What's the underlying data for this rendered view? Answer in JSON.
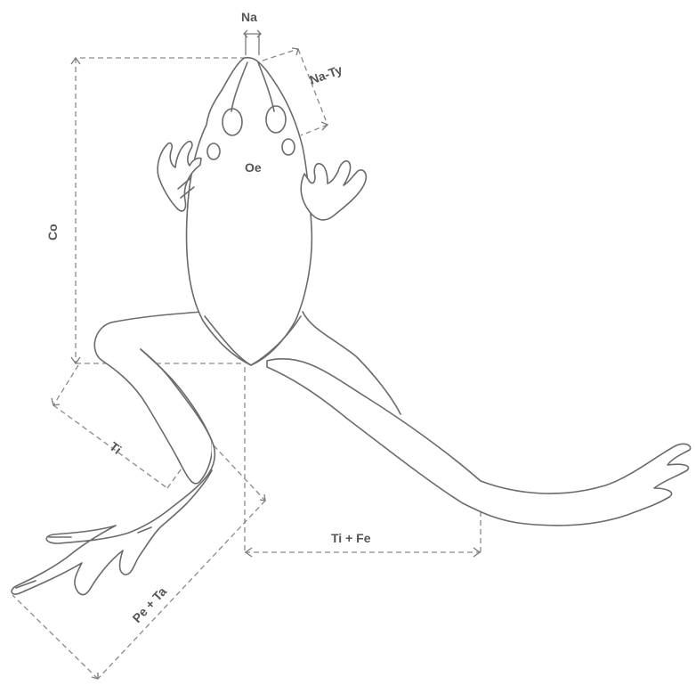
{
  "labels": {
    "na": "Na",
    "na_ty": "Na-Ty",
    "oe": "Oe",
    "co": "Co",
    "ti": "Ti",
    "ti_fe": "Ti + Fe",
    "pe_ta": "Pe + Ta"
  },
  "colors": {
    "outline": "#6b6b6b",
    "dashed_line": "#8a8a8a",
    "label": "#555555",
    "background": "#ffffff"
  }
}
